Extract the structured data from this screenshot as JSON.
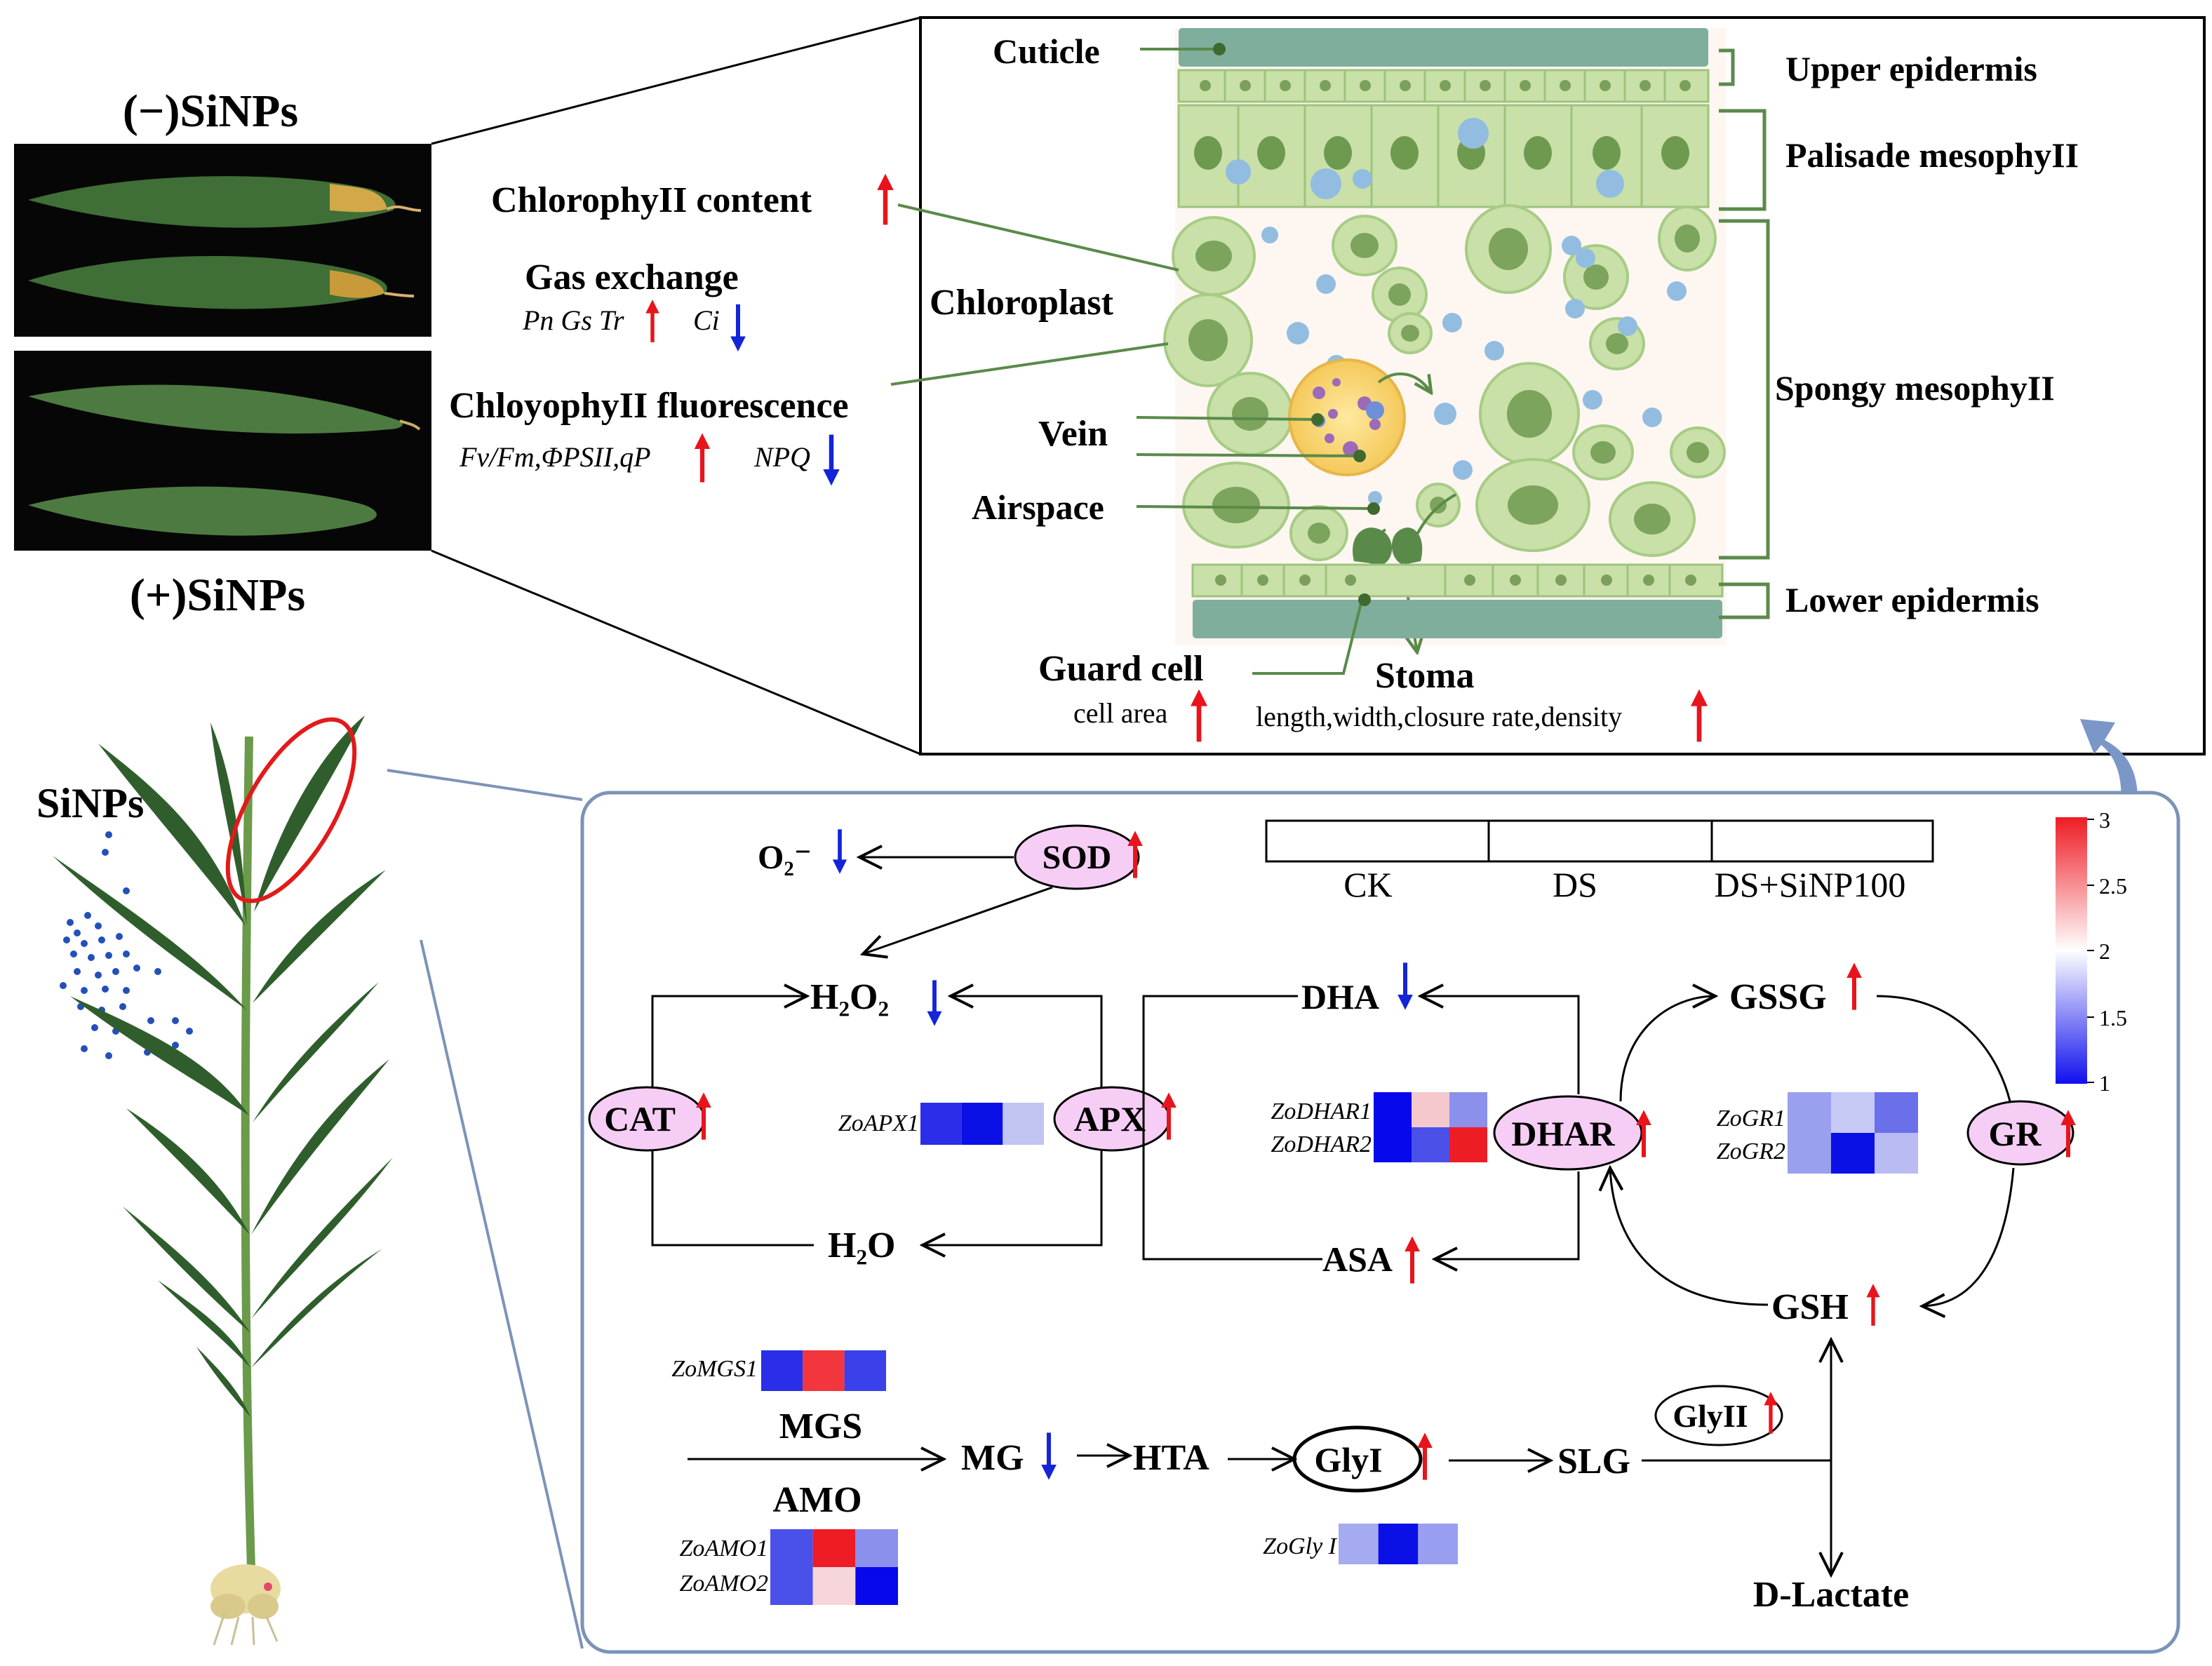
{
  "leaf_photos": {
    "minus_label": "(−)SiNPs",
    "plus_label": "(+)SiNPs"
  },
  "leaf_traits": {
    "chlorophyll_content": "ChlorophyII content",
    "gas_exchange": "Gas exchange",
    "gas_up": "Pn Gs Tr",
    "gas_down": "Ci",
    "fluorescence": "ChloyophyII fluorescence",
    "fluor_up": "Fv/Fm,ΦPSII,qP",
    "fluor_down": "NPQ"
  },
  "leaf_section": {
    "cuticle": "Cuticle",
    "chloroplast": "Chloroplast",
    "vein": "Vein",
    "airspace": "Airspace",
    "upper_epidermis": "Upper epidermis",
    "palisade": "Palisade mesophyII",
    "spongy": "Spongy mesophyII",
    "lower_epidermis": "Lower epidermis",
    "guard_cell": "Guard cell",
    "guard_cell_sub": "cell area",
    "stoma": "Stoma",
    "stoma_sub": "length,width,closure rate,density"
  },
  "plant": {
    "label": "SiNPs"
  },
  "pathway": {
    "legend_bar": [
      "CK",
      "DS",
      "DS+SiNP100"
    ],
    "scale_ticks": [
      "3",
      "2.5",
      "2",
      "1.5",
      "1"
    ],
    "scale_colors": {
      "high": "#ee1c24",
      "mid": "#ffffff",
      "low": "#1010ee"
    },
    "nodes": {
      "o2": "O₂⁻",
      "sod": "SOD",
      "h2o2": "H₂O₂",
      "cat": "CAT",
      "apx": "APX",
      "h2o": "H₂O",
      "dha": "DHA",
      "dhar": "DHAR",
      "asa": "ASA",
      "gssg": "GSSG",
      "gr": "GR",
      "gsh": "GSH",
      "mgs": "MGS",
      "amo": "AMO",
      "mg": "MG",
      "hta": "HTA",
      "glyi": "GlyI",
      "slg": "SLG",
      "glyii": "GlyII",
      "dlactate": "D-Lactate"
    },
    "genes": {
      "zoapx1": "ZoAPX1",
      "zodhar1": "ZoDHAR1",
      "zodhar2": "ZoDHAR2",
      "zogr1": "ZoGR1",
      "zogr2": "ZoGR2",
      "zomgs1": "ZoMGS1",
      "zoamo1": "ZoAMO1",
      "zoamo2": "ZoAMO2",
      "zogly1": "ZoGly I"
    },
    "heatmaps": {
      "zoapx1": [
        [
          "#2a2ee8",
          "#0a10e6",
          "#c0c4f2"
        ]
      ],
      "zodhar": [
        [
          "#0808ec",
          "#f4c8cc",
          "#8a90ec"
        ],
        [
          "#0808ec",
          "#4a50e8",
          "#ee1c24"
        ]
      ],
      "zogr": [
        [
          "#9aa0ee",
          "#c6caf4",
          "#6a70ea"
        ],
        [
          "#9aa0ee",
          "#0a10e6",
          "#b8bcf2"
        ]
      ],
      "zomgs1": [
        [
          "#2a2ee8",
          "#f2363e",
          "#3a40ea"
        ]
      ],
      "zoamo": [
        [
          "#4a50ea",
          "#ee1c24",
          "#8a90ec"
        ],
        [
          "#4a50ea",
          "#f6d6da",
          "#0808ec"
        ]
      ],
      "zogly1": [
        [
          "#a6aaf0",
          "#0a10e6",
          "#9a9ef0"
        ]
      ]
    }
  }
}
